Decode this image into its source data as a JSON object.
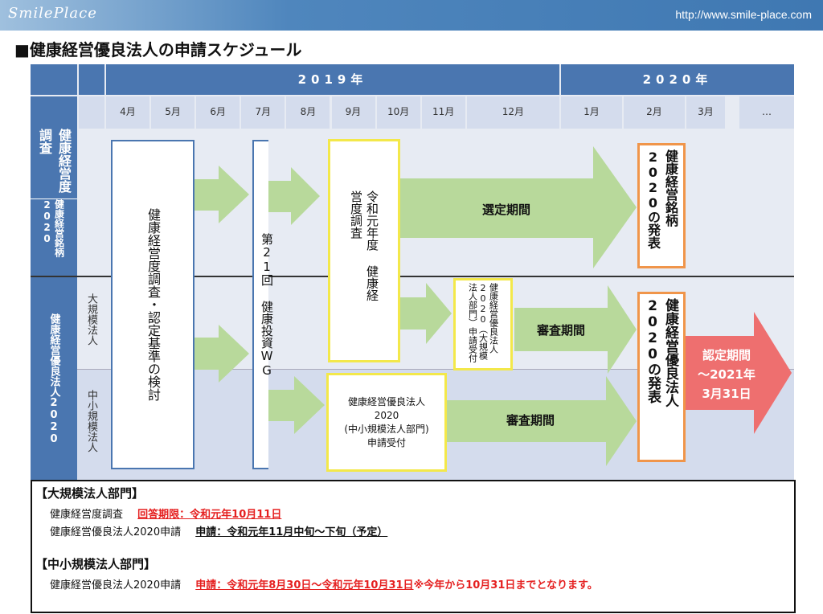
{
  "header": {
    "logo": "SmilePlace",
    "url": "http://www.smile-place.com"
  },
  "title": "■健康経営優良法人の申請スケジュール",
  "years": [
    "2019年",
    "2020年"
  ],
  "months": [
    "4月",
    "5月",
    "6月",
    "7月",
    "8月",
    "9月",
    "10月",
    "11月",
    "12月",
    "1月",
    "2月",
    "3月",
    "…"
  ],
  "rows": {
    "survey": "健康経営度調査",
    "brand": "健康経営銘柄2020",
    "certified": "健康経営優良法人2020",
    "large": "大規模法人",
    "small": "中小規模法人"
  },
  "boxes": {
    "review": "健康経営度調査・認定基準の検討",
    "wg": "第21回 健康投資WG",
    "survey_year": "令和元年度 健康経営度調査",
    "large_apply": "健康経営優良法人2020（大規模法人部門）申請受付",
    "small_apply_lines": [
      "健康経営優良法人",
      "2020",
      "(中小規模法人部門)",
      "申請受付"
    ],
    "brand_announce": "健康経営銘柄2020の発表",
    "cert_announce": "健康経営優良法人2020の発表"
  },
  "arrows": {
    "selection": "選定期間",
    "review_large": "審査期間",
    "review_small": "審査期間",
    "cert_period_lines": [
      "認定期間",
      "〜2021年",
      "3月31日"
    ]
  },
  "notes": {
    "large_head": "【大規模法人部門】",
    "large_survey_label": "健康経営度調査",
    "large_survey_value": "回答期限：令和元年10月11日",
    "large_apply_label": "健康経営優良法人2020申請",
    "large_apply_value": "申請：令和元年11月中旬〜下旬（予定）",
    "small_head": "【中小規模法人部門】",
    "small_apply_label": "健康経営優良法人2020申請",
    "small_apply_value": "申請：令和元年8月30日〜令和元年10月31日",
    "small_apply_note": "※今年から10月31日までとなります。"
  },
  "colors": {
    "header_blue": "#4a76b0",
    "arrow_green": "#b8d99b",
    "red_arrow": "#ee6f6f",
    "yellow_border": "#f3e84a",
    "orange_border": "#f0954a"
  }
}
